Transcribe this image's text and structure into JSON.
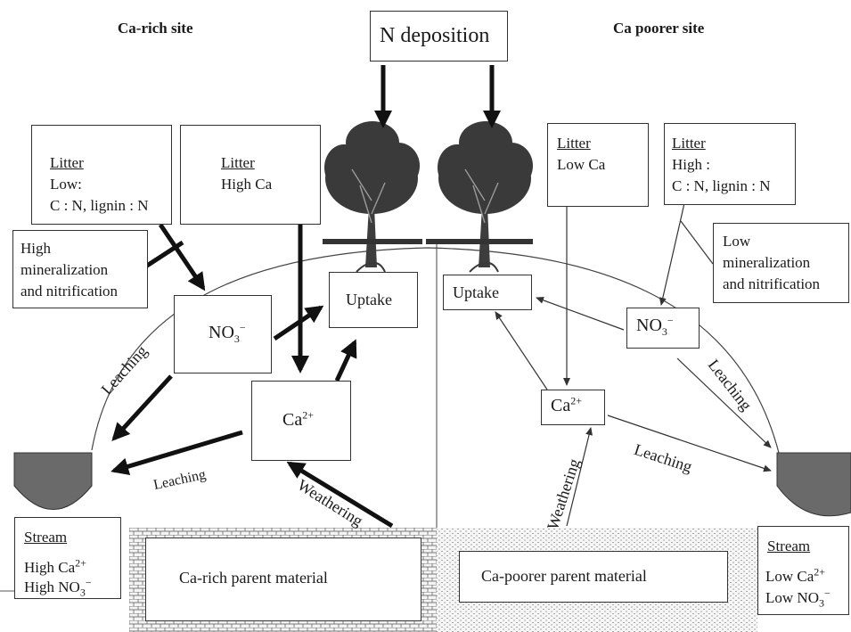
{
  "title_left": "Ca-rich site",
  "title_right": "Ca poorer site",
  "n_deposition": "N deposition",
  "left": {
    "litter1": {
      "title": "Litter",
      "line1": "Low:",
      "line2": "C : N, lignin : N"
    },
    "litter2": {
      "title": "Litter",
      "line1": "High Ca"
    },
    "mineralization": {
      "line1": "High",
      "line2": "mineralization",
      "line3": "and nitrification"
    },
    "uptake": "Uptake",
    "no3": {
      "base": "NO",
      "sub": "3",
      "sup": "−"
    },
    "ca": {
      "base": "Ca",
      "sup": "2+"
    },
    "leaching_1": "Leaching",
    "leaching_2": "Leaching",
    "weathering": "Weathering",
    "stream": {
      "title": "Stream",
      "line1_base": "High Ca",
      "line1_sup": "2+",
      "line2_base": "High NO",
      "line2_sub": "3",
      "line2_sup": "−"
    },
    "parent": "Ca-rich parent material"
  },
  "right": {
    "litter1": {
      "title": "Litter",
      "line1": "Low Ca"
    },
    "litter2": {
      "title": "Litter",
      "line1": "High :",
      "line2": "C : N, lignin : N"
    },
    "mineralization": {
      "line1": "Low",
      "line2": "mineralization",
      "line3": "and nitrification"
    },
    "uptake": "Uptake",
    "no3": {
      "base": "NO",
      "sub": "3",
      "sup": "−"
    },
    "ca": {
      "base": "Ca",
      "sup": "2+"
    },
    "leaching_1": "Leaching",
    "leaching_2": "Leaching",
    "weathering": "Weathering",
    "stream": {
      "title": "Stream",
      "line1_base": "Low Ca",
      "line1_sup": "2+",
      "line2_base": "Low NO",
      "line2_sub": "3",
      "line2_sup": "−"
    },
    "parent": "Ca-poorer  parent material"
  }
}
